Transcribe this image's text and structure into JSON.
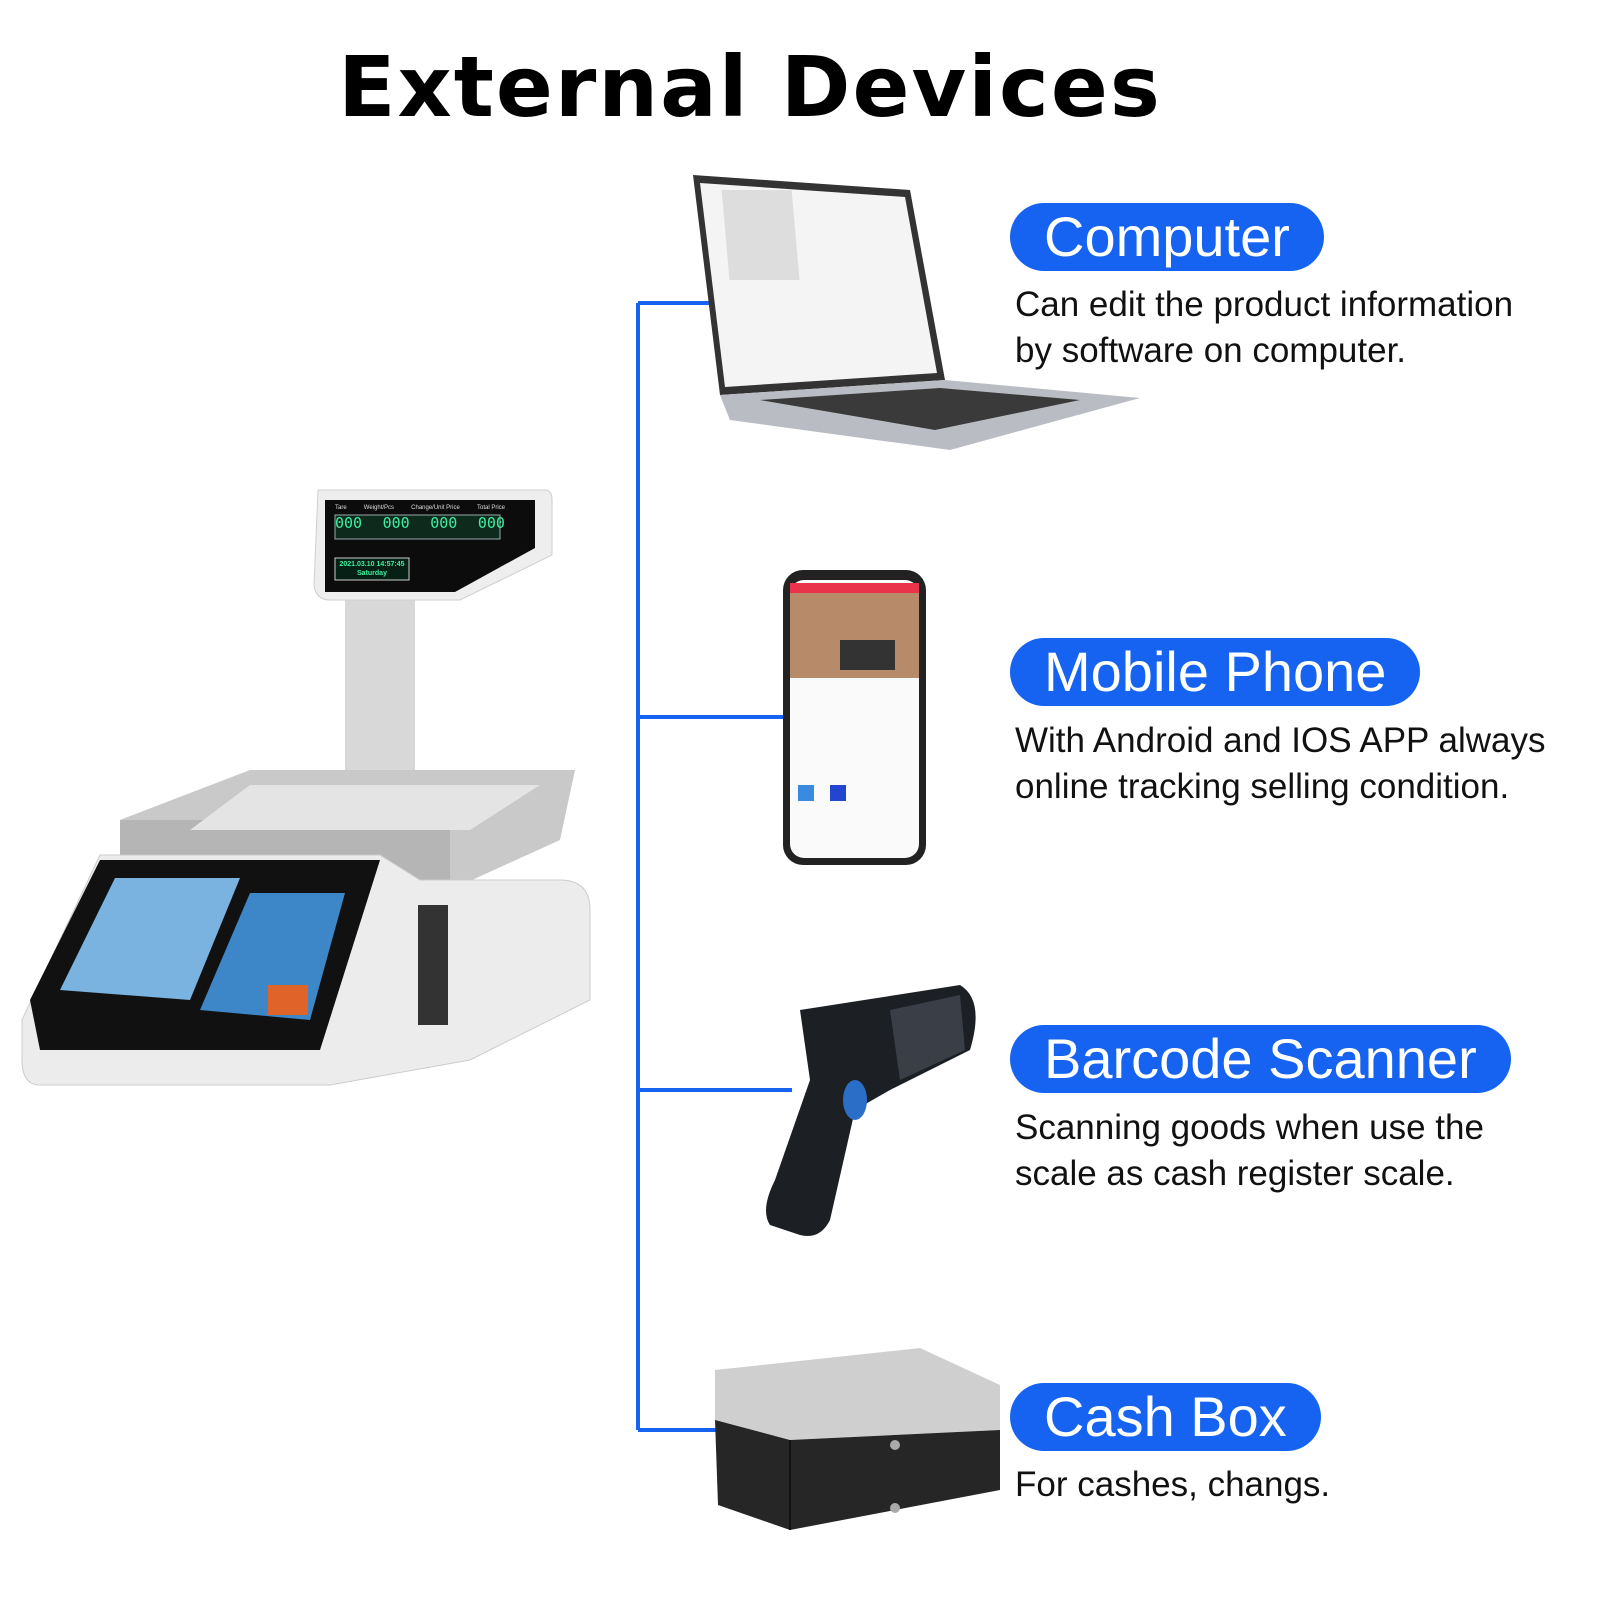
{
  "title": "External Devices",
  "accent_color": "#1563f0",
  "devices": [
    {
      "name": "Computer",
      "description_lines": [
        "Can edit the product information",
        "by software on computer."
      ],
      "icon": "laptop"
    },
    {
      "name": "Mobile Phone",
      "description_lines": [
        "With Android and IOS APP always",
        "online tracking selling condition."
      ],
      "icon": "smartphone"
    },
    {
      "name": "Barcode Scanner",
      "description_lines": [
        "Scanning goods when use the",
        "scale as cash register scale."
      ],
      "icon": "barcode-scanner"
    },
    {
      "name": "Cash Box",
      "description_lines": [
        "For cashes, changs."
      ],
      "icon": "cash-drawer"
    }
  ],
  "scale_display": {
    "labels": [
      "Tare",
      "Weight/Pcs",
      "Change/Unit Price",
      "Total Price"
    ],
    "readings": [
      "000",
      "000",
      "000",
      "000"
    ],
    "datetime": "2021.03.10 14:57:45",
    "day": "Saturday"
  }
}
